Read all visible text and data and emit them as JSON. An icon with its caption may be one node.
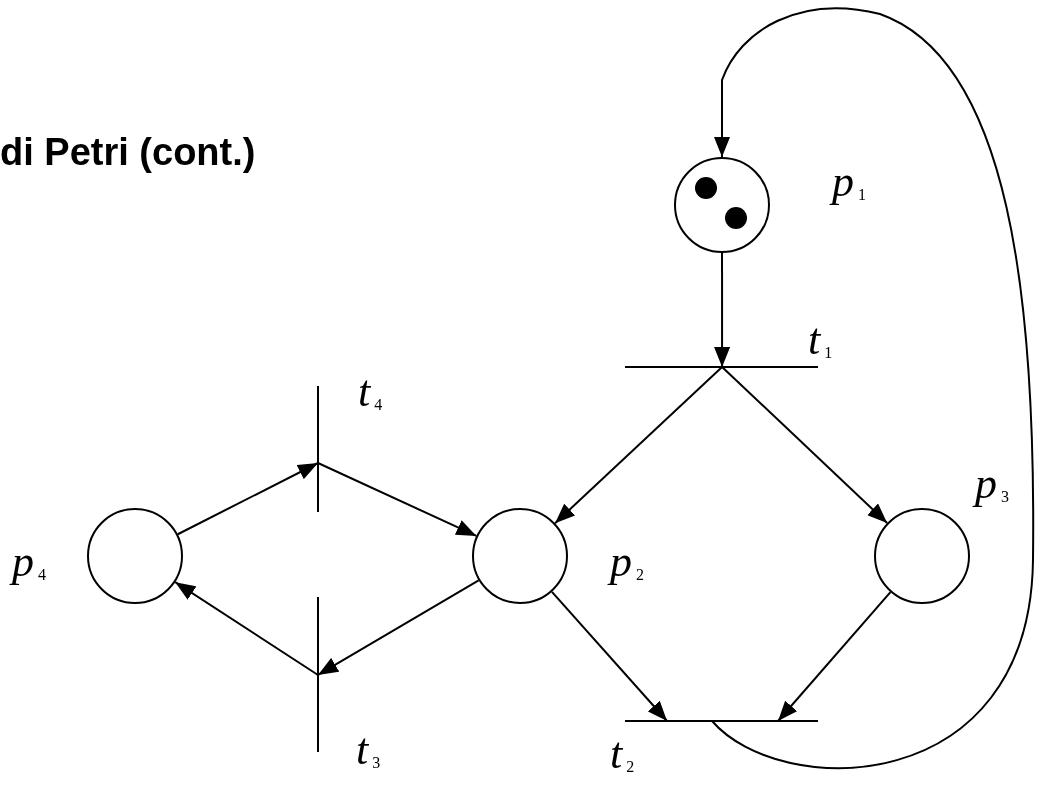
{
  "diagram": {
    "title": "di Petri (cont.)",
    "nodes": [
      {
        "text": [],
        "shape": "circle",
        "beside": [
          "*p*$_{1}$"
        ]
      },
      {
        "text": [],
        "shape": "bar",
        "beside": [
          "*t*$_{1}$"
        ]
      },
      {
        "text": [],
        "shape": "bar",
        "beside": [
          "*t*$_{4}$"
        ]
      },
      {
        "text": [],
        "shape": "circle",
        "beside": [
          "*p*$_{4}$"
        ]
      },
      {
        "text": [],
        "shape": "circle",
        "beside": [
          "*p*$_{2}$"
        ]
      },
      {
        "text": [],
        "shape": "circle",
        "beside": [
          "*p*$_{3}$"
        ]
      },
      {
        "text": [],
        "shape": "bar",
        "beside": [
          "*t*$_{3}$"
        ]
      },
      {
        "text": [],
        "shape": "bar",
        "beside": [
          "*t*$_{2}$"
        ]
      }
    ],
    "edges": [
      {
        "from": 7,
        "to": 0,
        "arrow": "to"
      },
      {
        "from": 0,
        "to": 1,
        "arrow": "to"
      },
      {
        "from": 1,
        "to": 4,
        "arrow": "to"
      },
      {
        "from": 1,
        "to": 5,
        "arrow": "to"
      },
      {
        "from": 3,
        "to": 2,
        "arrow": "to"
      },
      {
        "from": 2,
        "to": 4,
        "arrow": "to"
      },
      {
        "from": 4,
        "to": 6,
        "arrow": "to"
      },
      {
        "from": 6,
        "to": 3,
        "arrow": "to"
      },
      {
        "from": 4,
        "to": 7,
        "arrow": "to"
      },
      {
        "from": 5,
        "to": 7,
        "arrow": "to"
      }
    ]
  }
}
